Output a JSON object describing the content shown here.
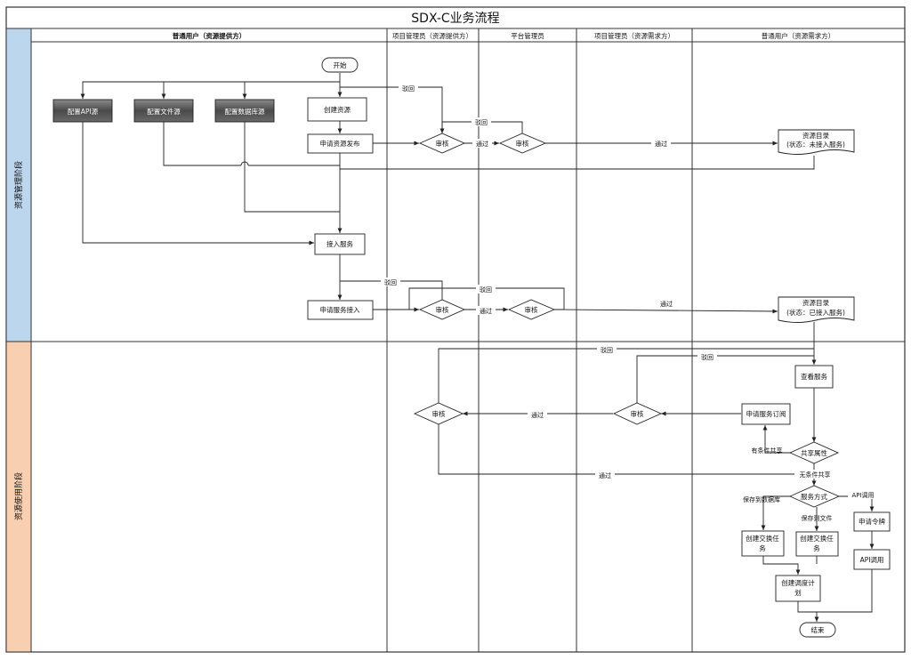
{
  "title": "SDX-C业务流程",
  "lanes": [
    {
      "id": "provider_user",
      "label": "普通用户（资源提供方）"
    },
    {
      "id": "pm_provider",
      "label": "项目管理员（资源提供方）"
    },
    {
      "id": "platform_admin",
      "label": "平台管理员"
    },
    {
      "id": "pm_consumer",
      "label": "项目管理员（资源需求方）"
    },
    {
      "id": "consumer_user",
      "label": "普通用户（资源需求方）"
    }
  ],
  "phases": [
    {
      "id": "manage",
      "label": "资源管理阶段"
    },
    {
      "id": "use",
      "label": "资源使用阶段"
    }
  ],
  "colors": {
    "manage_phase": "#bcd6ee",
    "use_phase": "#f8cfb0",
    "dark_box": "#5b5b5b",
    "line": "#333333"
  },
  "nodes": {
    "start": "开始",
    "config_api": "配置API源",
    "config_file": "配置文件源",
    "config_db": "配置数据库源",
    "create_resource": "创建资源",
    "apply_publish": "申请资源发布",
    "review_1": "审核",
    "review_2": "审核",
    "catalog_1": [
      "资源目录",
      "(状态：未接入服务)"
    ],
    "access_service": "接入服务",
    "apply_access": "申请服务接入",
    "review_3": "审核",
    "review_4": "审核",
    "catalog_2": [
      "资源目录",
      "(状态：已接入服务)"
    ],
    "view_service": "查看服务",
    "apply_subscribe": "申请服务订阅",
    "review_5": "审核",
    "review_6": "审核",
    "share_attr": "共享属性",
    "service_mode": "服务方式",
    "apply_token": "申请令牌",
    "api_call": "API调用",
    "create_exchange_1": [
      "创建交换任",
      "务"
    ],
    "create_exchange_2": [
      "创建交换任",
      "务"
    ],
    "create_schedule": [
      "创建调度计",
      "划"
    ],
    "end": "结束"
  },
  "labels": {
    "reject": "驳回",
    "pass": "通过",
    "conditional_share": "有条件共享",
    "unconditional_share": "无条件共享",
    "save_to_db": "保存到数据库",
    "save_to_file": "保存到文件",
    "api_call": "API调用"
  }
}
